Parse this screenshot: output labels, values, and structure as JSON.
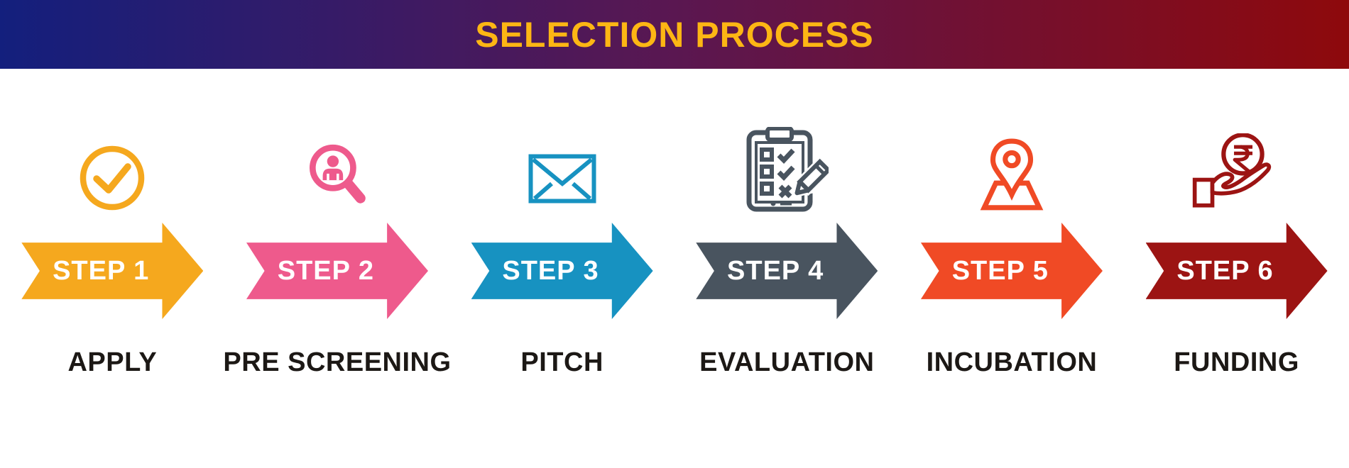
{
  "banner": {
    "title": "SELECTION PROCESS",
    "title_color": "#FDB614",
    "gradient_css": "linear-gradient(90deg, #131F7D 0%, #5A1751 50%, #8E090C 100%)",
    "gradient_colors": [
      "#131F7D",
      "#5A1751",
      "#8E090C"
    ]
  },
  "label_color": "#1C1815",
  "arrow_text_color": "#FFFFFF",
  "steps": [
    {
      "step_label": "STEP 1",
      "name": "APPLY",
      "color": "#F5A81E",
      "icon": "check-circle-icon"
    },
    {
      "step_label": "STEP 2",
      "name": "PRE SCREENING",
      "color": "#EE5A8C",
      "icon": "search-person-icon"
    },
    {
      "step_label": "STEP 3",
      "name": "PITCH",
      "color": "#1792C1",
      "icon": "mail-icon"
    },
    {
      "step_label": "STEP 4",
      "name": "EVALUATION",
      "color": "#49545F",
      "icon": "clipboard-checklist-icon"
    },
    {
      "step_label": "STEP 5",
      "name": "INCUBATION",
      "color": "#F04A25",
      "icon": "map-pin-icon"
    },
    {
      "step_label": "STEP 6",
      "name": "FUNDING",
      "color": "#9C1413",
      "icon": "rupee-hand-icon"
    }
  ]
}
